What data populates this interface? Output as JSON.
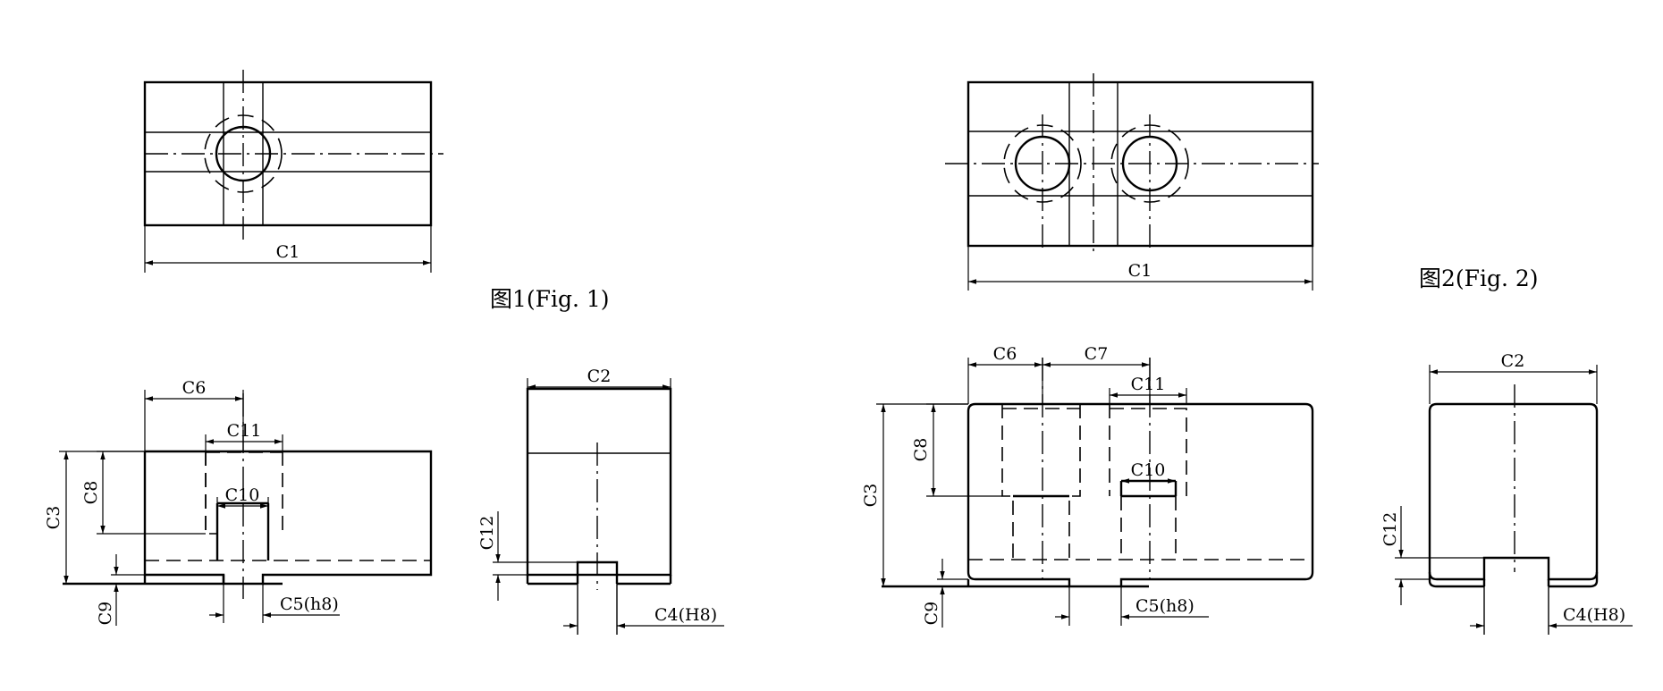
{
  "labels": {
    "c1": "C1",
    "c2": "C2",
    "c3": "C3",
    "c4_f1": "C4(H8)",
    "c4_f2": "C4(H8)",
    "c5_f1": "C5(h8)",
    "c5_f2": "C5(h8)",
    "c6": "C6",
    "c7": "C7",
    "c8": "C8",
    "c9": "C9",
    "c10": "C10",
    "c11": "C11",
    "c12": "C12"
  },
  "captions": {
    "fig1": "图1(Fig. 1)",
    "fig2": "图2(Fig. 2)"
  }
}
